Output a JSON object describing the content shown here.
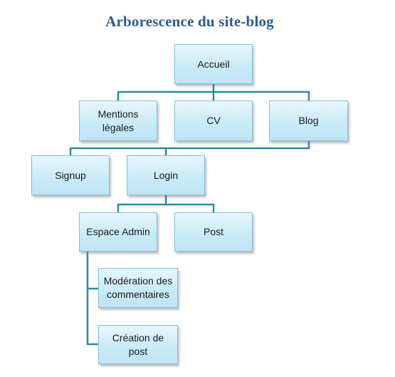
{
  "title": "Arborescence du site-blog",
  "nodes": {
    "accueil": "Accueil",
    "mentions": "Mentions\nlégales",
    "cv": "CV",
    "blog": "Blog",
    "signup": "Signup",
    "login": "Login",
    "espace_admin": "Espace Admin",
    "post": "Post",
    "moderation": "Modération des\ncommentaires",
    "creation": "Création de post"
  },
  "colors": {
    "title": "#2f5a8a",
    "connector": "#2e8aa1",
    "node_fill": "#c9ebf8",
    "node_border": "#7cc3df"
  }
}
